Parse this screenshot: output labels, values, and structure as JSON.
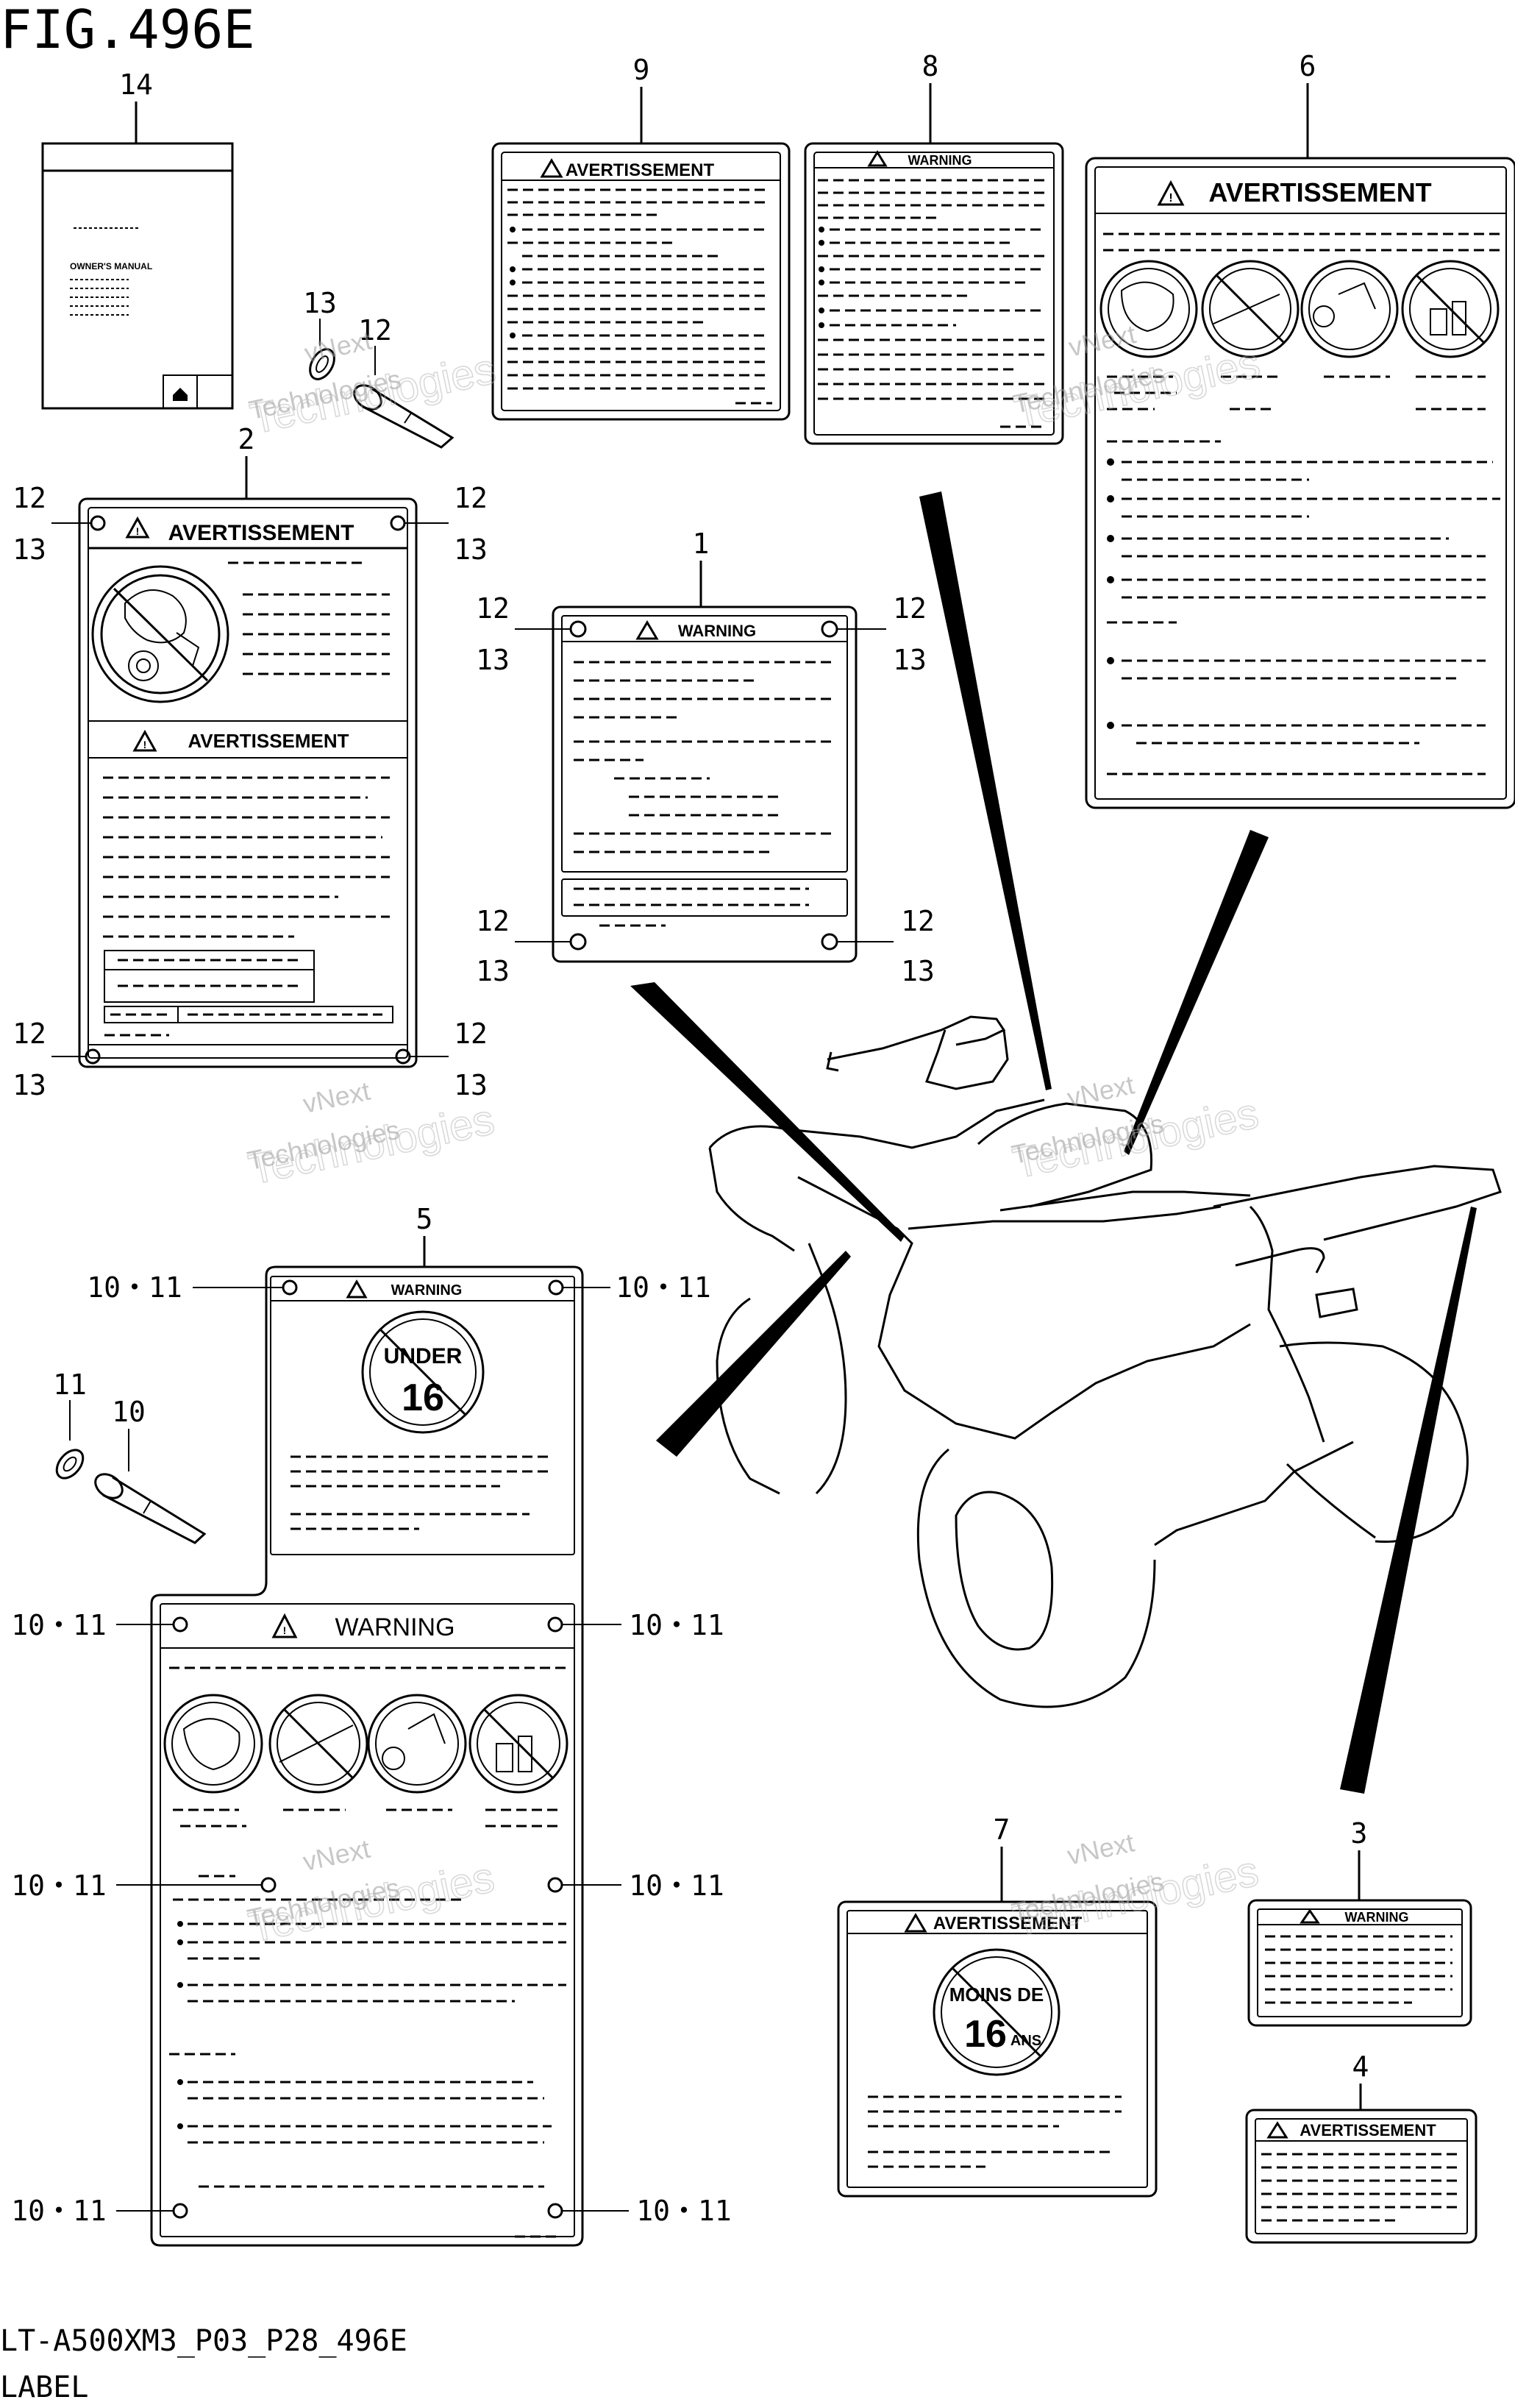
{
  "figure": {
    "title": "FIG.496E",
    "code": "LT-A500XM3_P03_P28_496E",
    "caption": "LABEL"
  },
  "labels": {
    "avertissement": "AVERTISSEMENT",
    "warning": "WARNING",
    "owners_manual": "OWNER'S MANUAL",
    "under": "UNDER",
    "sixteen": "16",
    "moins_de": "MOINS DE",
    "ans": "ANS"
  },
  "callouts": {
    "p1": "1",
    "p2": "2",
    "p3": "3",
    "p4": "4",
    "p5": "5",
    "p6": "6",
    "p7": "7",
    "p8": "8",
    "p9": "9",
    "p10": "10",
    "p11": "11",
    "p12": "12",
    "p13": "13",
    "p14": "14",
    "pair_10_11": "10・11"
  },
  "watermark": {
    "line1": "vNext",
    "line2": "Technologies"
  },
  "colors": {
    "ink": "#000000",
    "paper": "#ffffff",
    "watermark": "#9a9a9a"
  }
}
